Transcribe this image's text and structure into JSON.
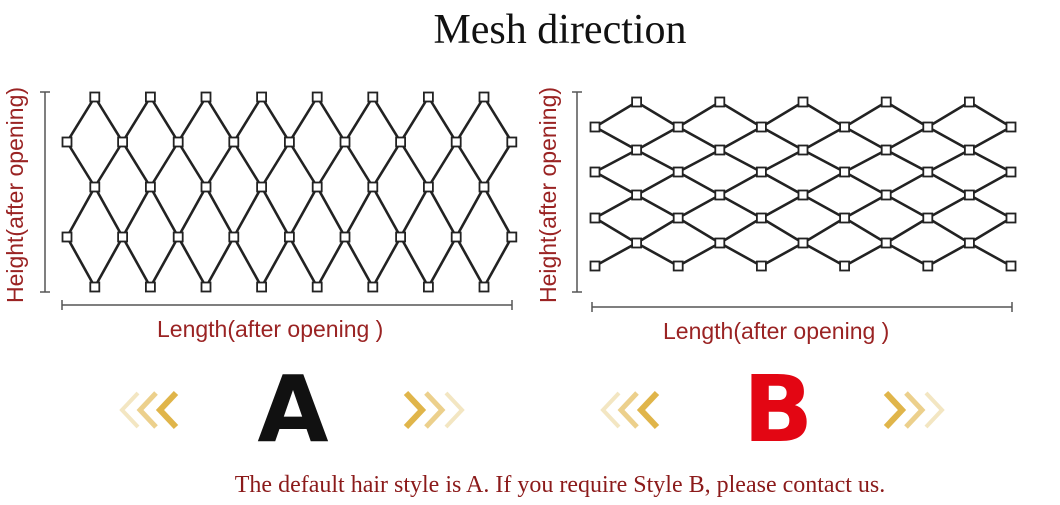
{
  "title": "Mesh direction",
  "styles": [
    {
      "letter": "A",
      "letter_color": "#111111",
      "height_label": "Height(after opening)",
      "length_label": "Length(after opening )"
    },
    {
      "letter": "B",
      "letter_color": "#e30613",
      "height_label": "Height(after opening)",
      "length_label": "Length(after opening )"
    }
  ],
  "footer_note": "The default hair style is A. If you require Style B, please contact us.",
  "colors": {
    "label": "#9a2323",
    "footer": "#8b1a1a",
    "chevron_gold": "#e0b54a"
  }
}
